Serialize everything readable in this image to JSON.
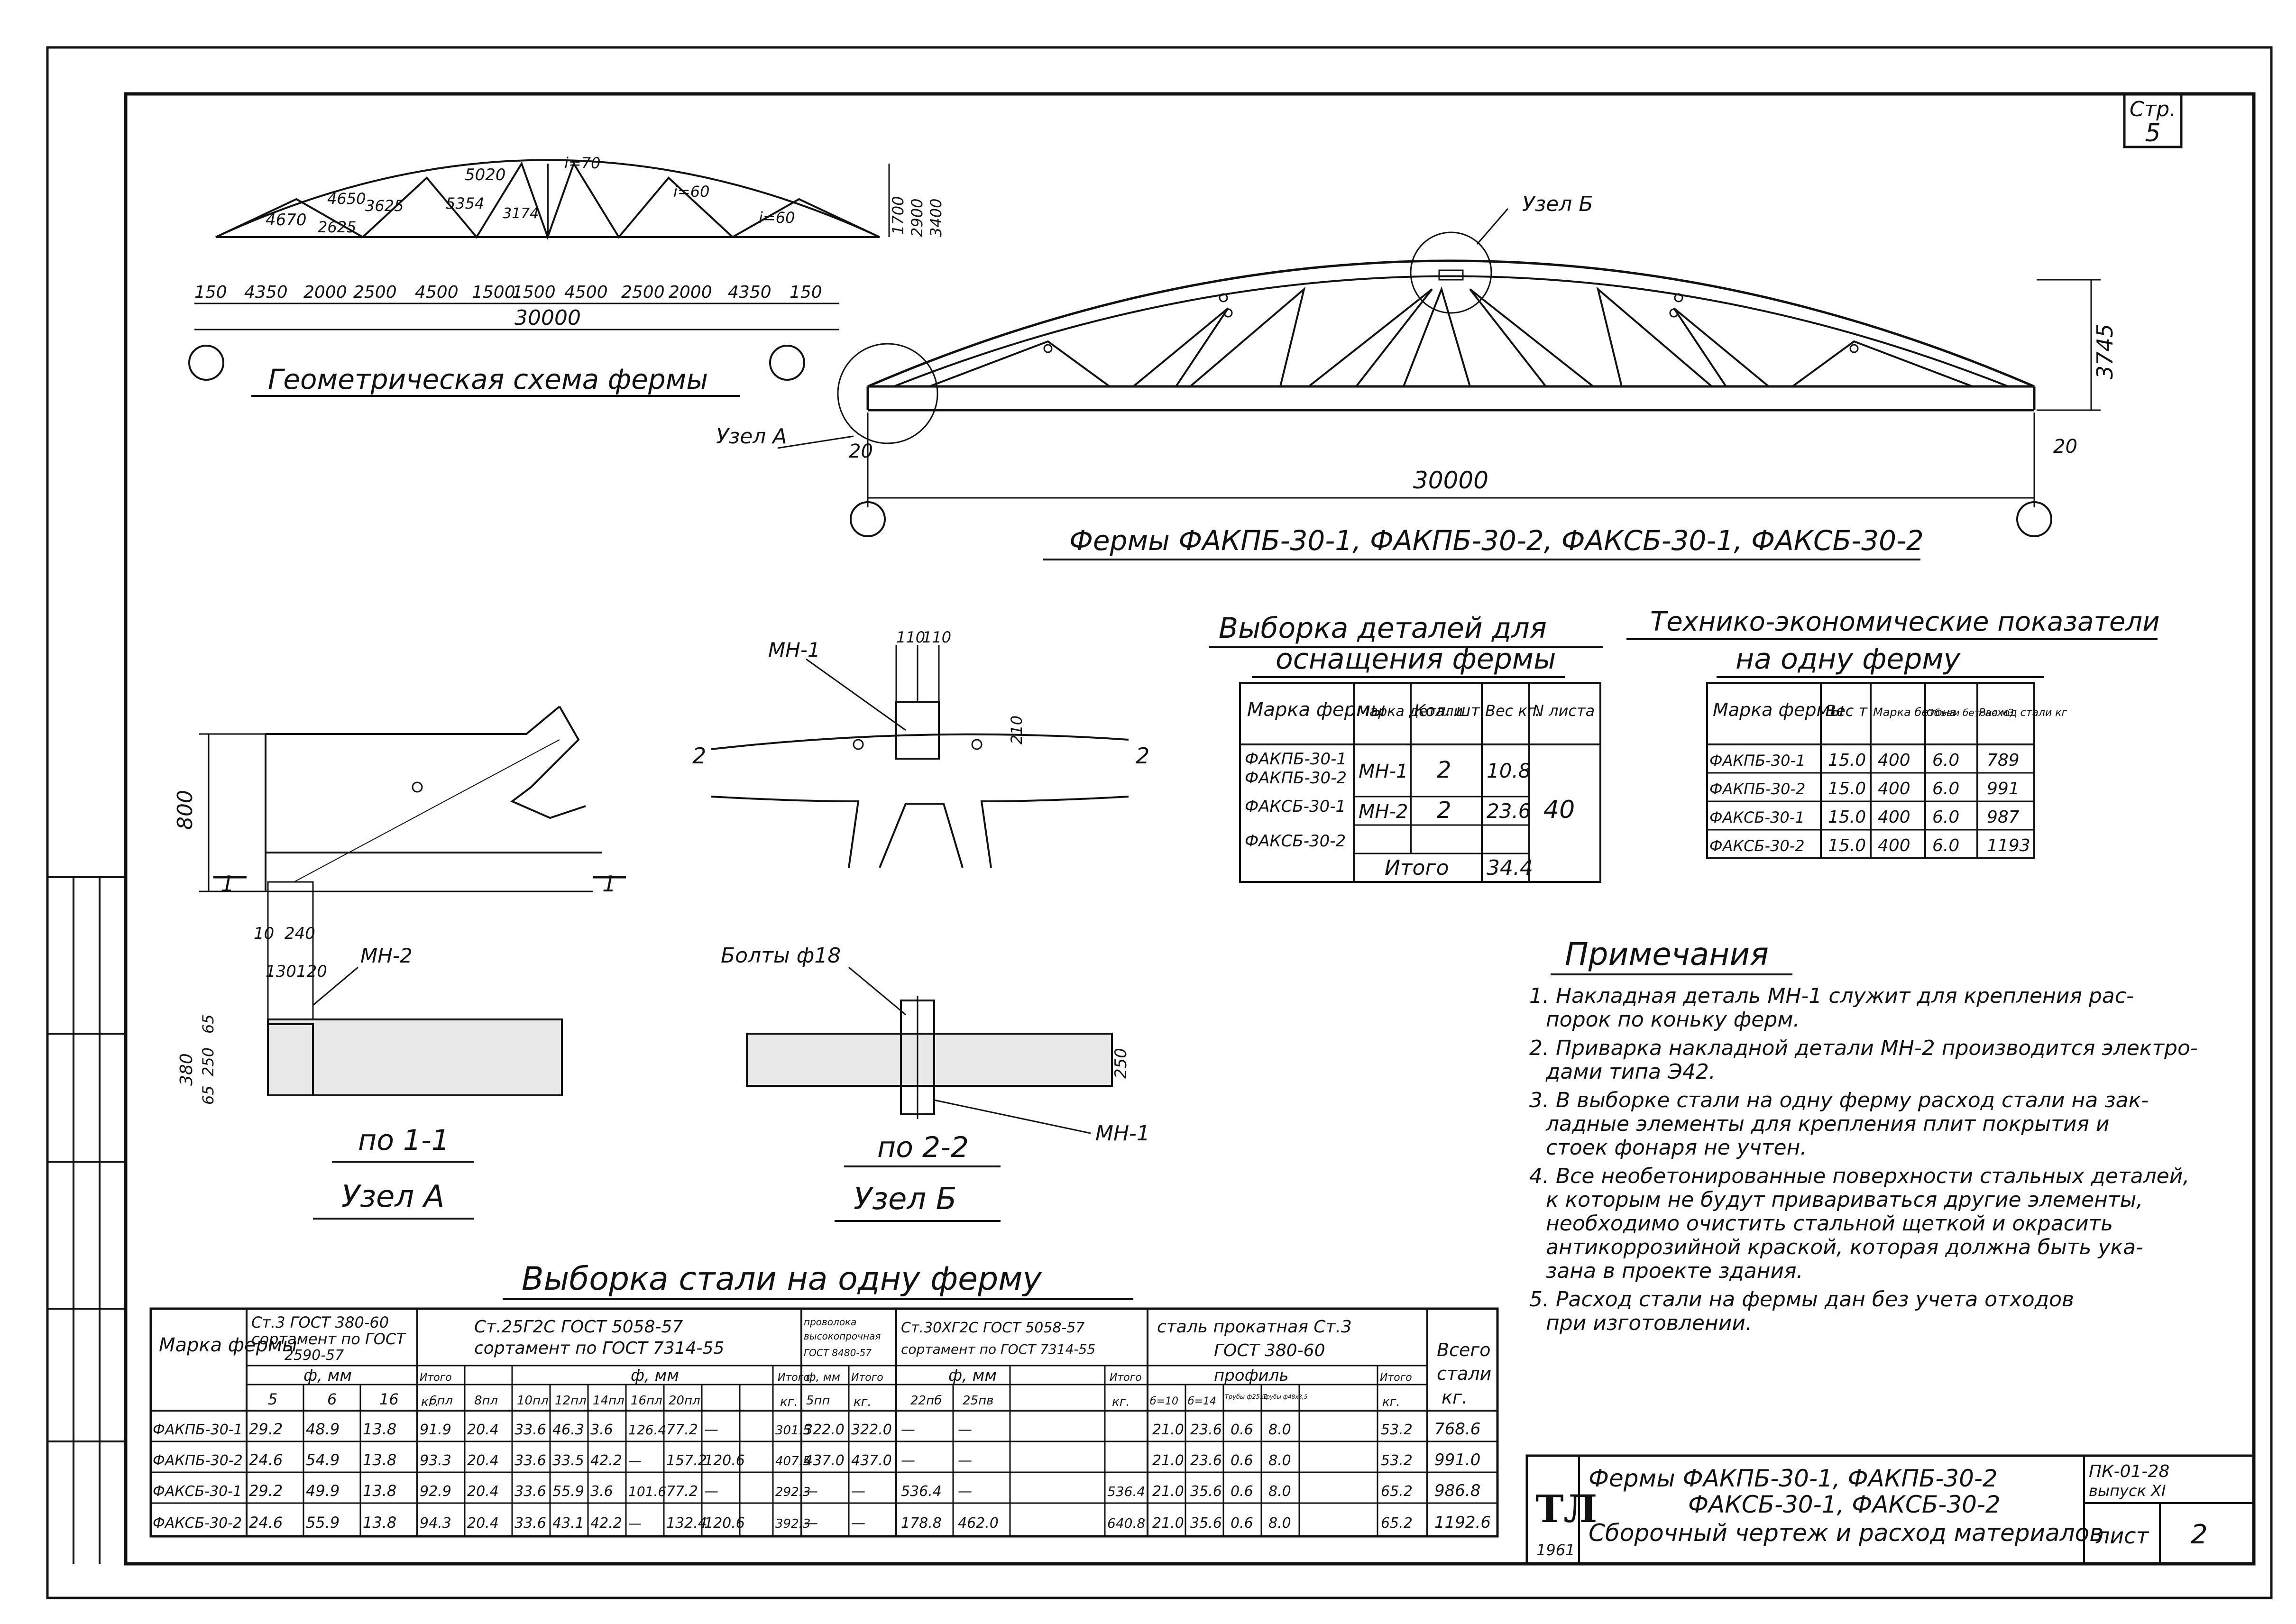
{
  "page_no": {
    "label": "Стр.",
    "value": "5"
  },
  "geometry": {
    "title": "Геометрическая схема фермы",
    "members": [
      "4670",
      "4650",
      "2625",
      "3625",
      "5020",
      "5354",
      "3174"
    ],
    "heights": [
      "1700",
      "2900",
      "3400"
    ],
    "slopes": [
      "i=70",
      "i=60",
      "i=60"
    ],
    "spans": [
      "150",
      "4350",
      "2000",
      "2500",
      "4500",
      "1500",
      "1500",
      "4500",
      "2500",
      "2000",
      "4350",
      "150"
    ],
    "total": "30000"
  },
  "truss": {
    "title": "Фермы ФАКПБ-30-1, ФАКПБ-30-2, ФАКСБ-30-1, ФАКСБ-30-2",
    "node_b": "Узел Б",
    "node_a": "Узел А",
    "height": "3745",
    "total": "30000",
    "offset_left": "20",
    "offset_right": "20"
  },
  "node_a": {
    "dim_height": "800",
    "cut": "1",
    "part": "МН-2",
    "dims_top": [
      "10",
      "240"
    ],
    "dims_mid": [
      "130",
      "120"
    ],
    "dims_side": [
      "380",
      "65",
      "250",
      "65"
    ],
    "caption_1": "по 1-1",
    "caption_2": "Узел А"
  },
  "node_b": {
    "part_top": "МН-1",
    "dims_top": [
      "110",
      "110"
    ],
    "dim_side": "210",
    "cut": "2",
    "bolts": "Болты ф18",
    "dim_slab": "250",
    "part_bottom": "МН-1",
    "caption_1": "по 2-2",
    "caption_2": "Узел Б"
  },
  "parts_table": {
    "title_1": "Выборка деталей для",
    "title_2": "оснащения фермы",
    "headers": [
      "Марка фермы",
      "Марка детали",
      "Кол. шт.",
      "Вес кг.",
      "N листа"
    ],
    "marks": [
      "ФАКПБ-30-1",
      "ФАКПБ-30-2",
      "ФАКСБ-30-1",
      "ФАКСБ-30-2"
    ],
    "rows": [
      {
        "part": "МН-1",
        "qty": "2",
        "weight": "10.8"
      },
      {
        "part": "МН-2",
        "qty": "2",
        "weight": "23.6"
      }
    ],
    "sheet": "40",
    "total_label": "Итого",
    "total_value": "34.4"
  },
  "tech_table": {
    "title_1": "Технико-экономические показатели",
    "title_2": "на одну ферму",
    "headers": [
      "Марка фермы",
      "Вес т",
      "Марка бетона",
      "Объем бетона м3",
      "Расход стали кг"
    ],
    "rows": [
      [
        "ФАКПБ-30-1",
        "15.0",
        "400",
        "6.0",
        "789"
      ],
      [
        "ФАКПБ-30-2",
        "15.0",
        "400",
        "6.0",
        "991"
      ],
      [
        "ФАКСБ-30-1",
        "15.0",
        "400",
        "6.0",
        "987"
      ],
      [
        "ФАКСБ-30-2",
        "15.0",
        "400",
        "6.0",
        "1193"
      ]
    ]
  },
  "notes": {
    "title": "Примечания",
    "lines": [
      "1. Накладная деталь МН-1 служит для крепления рас-",
      "порок по коньку ферм.",
      "2. Приварка накладной детали МН-2 производится электро-",
      "дами типа Э42.",
      "3. В выборке стали на одну ферму расход стали на зак-",
      "ладные элементы для крепления плит покрытия и",
      "стоек фонаря не учтен.",
      "4. Все необетонированные поверхности стальных деталей,",
      "к которым не будут привариваться другие элементы,",
      "необходимо очистить стальной щеткой и окрасить",
      "антикоррозийной краской, которая должна быть ука-",
      "зана в проекте здания.",
      "5. Расход стали на фермы дан без учета отходов",
      "при изготовлении."
    ]
  },
  "steel_table": {
    "title": "Выборка стали на одну ферму",
    "head": {
      "mark": "Марка фермы",
      "g1_1": "Ст.3 ГОСТ 380-60",
      "g1_2": "сортамент по ГОСТ",
      "g1_3": "2590-57",
      "g2_1": "Ст.25Г2С ГОСТ 5058-57",
      "g2_2": "сортамент по ГОСТ 7314-55",
      "g3_1": "проволока",
      "g3_2": "высокопрочная",
      "g3_3": "ГОСТ 8480-57",
      "g4_1": "Ст.30ХГ2С ГОСТ 5058-57",
      "g4_2": "сортамент по ГОСТ 7314-55",
      "g5_1": "сталь прокатная Ст.3",
      "g5_2": "ГОСТ 380-60",
      "total_1": "Всего",
      "total_2": "стали",
      "total_3": "кг.",
      "phi_mm": "ф, мм",
      "phi_mm_2": "ф, мм",
      "phi_mm_3": "ф, мм",
      "phi_mm_4": "ф, мм",
      "profile": "профиль",
      "itogo": "Итого",
      "kg": "кг."
    },
    "sub": [
      "5",
      "6",
      "16",
      "",
      "6пл",
      "8пл",
      "10пл",
      "12пл",
      "14пл",
      "16пл",
      "20пл",
      "",
      "5пп",
      "",
      "22пб",
      "25пв",
      "",
      "б=10",
      "б=14",
      "Трубы ф25х2",
      "Трубы ф48х3,5",
      ""
    ],
    "rows": [
      [
        "ФАКПБ-30-1",
        "29.2",
        "48.9",
        "13.8",
        "91.9",
        "20.4",
        "33.6",
        "46.3",
        "3.6",
        "126.4",
        "77.2",
        "—",
        "301.5",
        "322.0",
        "322.0",
        "—",
        "—",
        "",
        "21.0",
        "23.6",
        "0.6",
        "8.0",
        "53.2",
        "768.6"
      ],
      [
        "ФАКПБ-30-2",
        "24.6",
        "54.9",
        "13.8",
        "93.3",
        "20.4",
        "33.6",
        "33.5",
        "42.2",
        "—",
        "157.2",
        "120.6",
        "407.5",
        "437.0",
        "437.0",
        "—",
        "—",
        "",
        "21.0",
        "23.6",
        "0.6",
        "8.0",
        "53.2",
        "991.0"
      ],
      [
        "ФАКСБ-30-1",
        "29.2",
        "49.9",
        "13.8",
        "92.9",
        "20.4",
        "33.6",
        "55.9",
        "3.6",
        "101.6",
        "77.2",
        "—",
        "292.3",
        "—",
        "—",
        "536.4",
        "—",
        "536.4",
        "21.0",
        "35.6",
        "0.6",
        "8.0",
        "65.2",
        "986.8"
      ],
      [
        "ФАКСБ-30-2",
        "24.6",
        "55.9",
        "13.8",
        "94.3",
        "20.4",
        "33.6",
        "43.1",
        "42.2",
        "—",
        "132.4",
        "120.6",
        "392.3",
        "—",
        "—",
        "178.8",
        "462.0",
        "640.8",
        "21.0",
        "35.6",
        "0.6",
        "8.0",
        "65.2",
        "1192.6"
      ]
    ]
  },
  "title_block": {
    "logo": "ТЛ",
    "year": "1961",
    "line_1": "Фермы ФАКПБ-30-1, ФАКПБ-30-2",
    "line_2": "ФАКСБ-30-1, ФАКСБ-30-2",
    "line_3": "Сборочный чертеж и расход материалов",
    "code": "ПК-01-28",
    "issue": "выпуск XI",
    "sheet_label": "лист",
    "sheet_no": "2"
  }
}
